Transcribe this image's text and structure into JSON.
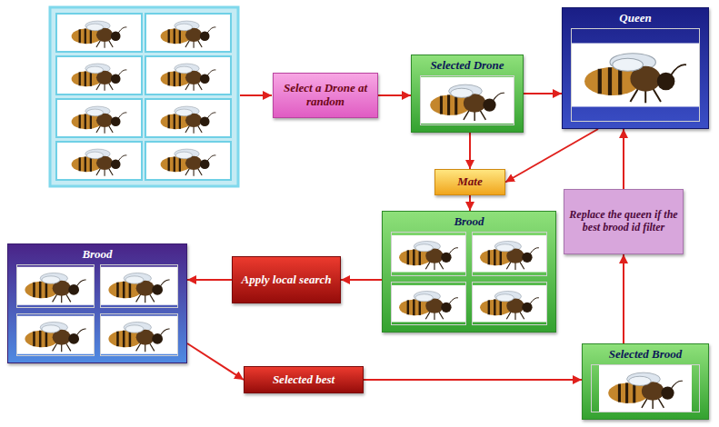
{
  "diagram": {
    "nodes": [
      {
        "text": [
          "Select a Drone at random"
        ]
      },
      {
        "text": [
          "Selected Drone"
        ]
      },
      {
        "text": [
          "Queen"
        ]
      },
      {
        "text": [
          "Mate"
        ]
      },
      {
        "text": [
          "Replace the queen if the best brood id filter"
        ]
      },
      {
        "text": [
          "Brood"
        ]
      },
      {
        "text": [
          "Brood"
        ]
      },
      {
        "text": [
          "Apply local search"
        ]
      },
      {
        "text": [
          "Selected best"
        ]
      },
      {
        "text": [
          "Selected Brood"
        ]
      }
    ],
    "edges": [
      {
        "from": 0,
        "to": 1,
        "arrow": "to"
      },
      {
        "from": 1,
        "to": 2,
        "arrow": "to"
      },
      {
        "from": 1,
        "to": 3,
        "arrow": "to"
      },
      {
        "from": 2,
        "to": 3,
        "arrow": "to"
      },
      {
        "from": 3,
        "to": 5,
        "arrow": "to"
      },
      {
        "from": 5,
        "to": 7,
        "arrow": "to"
      },
      {
        "from": 7,
        "to": 6,
        "arrow": "to"
      },
      {
        "from": 6,
        "to": 8,
        "arrow": "to"
      },
      {
        "from": 8,
        "to": 9,
        "arrow": "to"
      },
      {
        "from": 9,
        "to": 4,
        "arrow": "to"
      },
      {
        "from": 4,
        "to": 2,
        "arrow": "to"
      }
    ]
  }
}
